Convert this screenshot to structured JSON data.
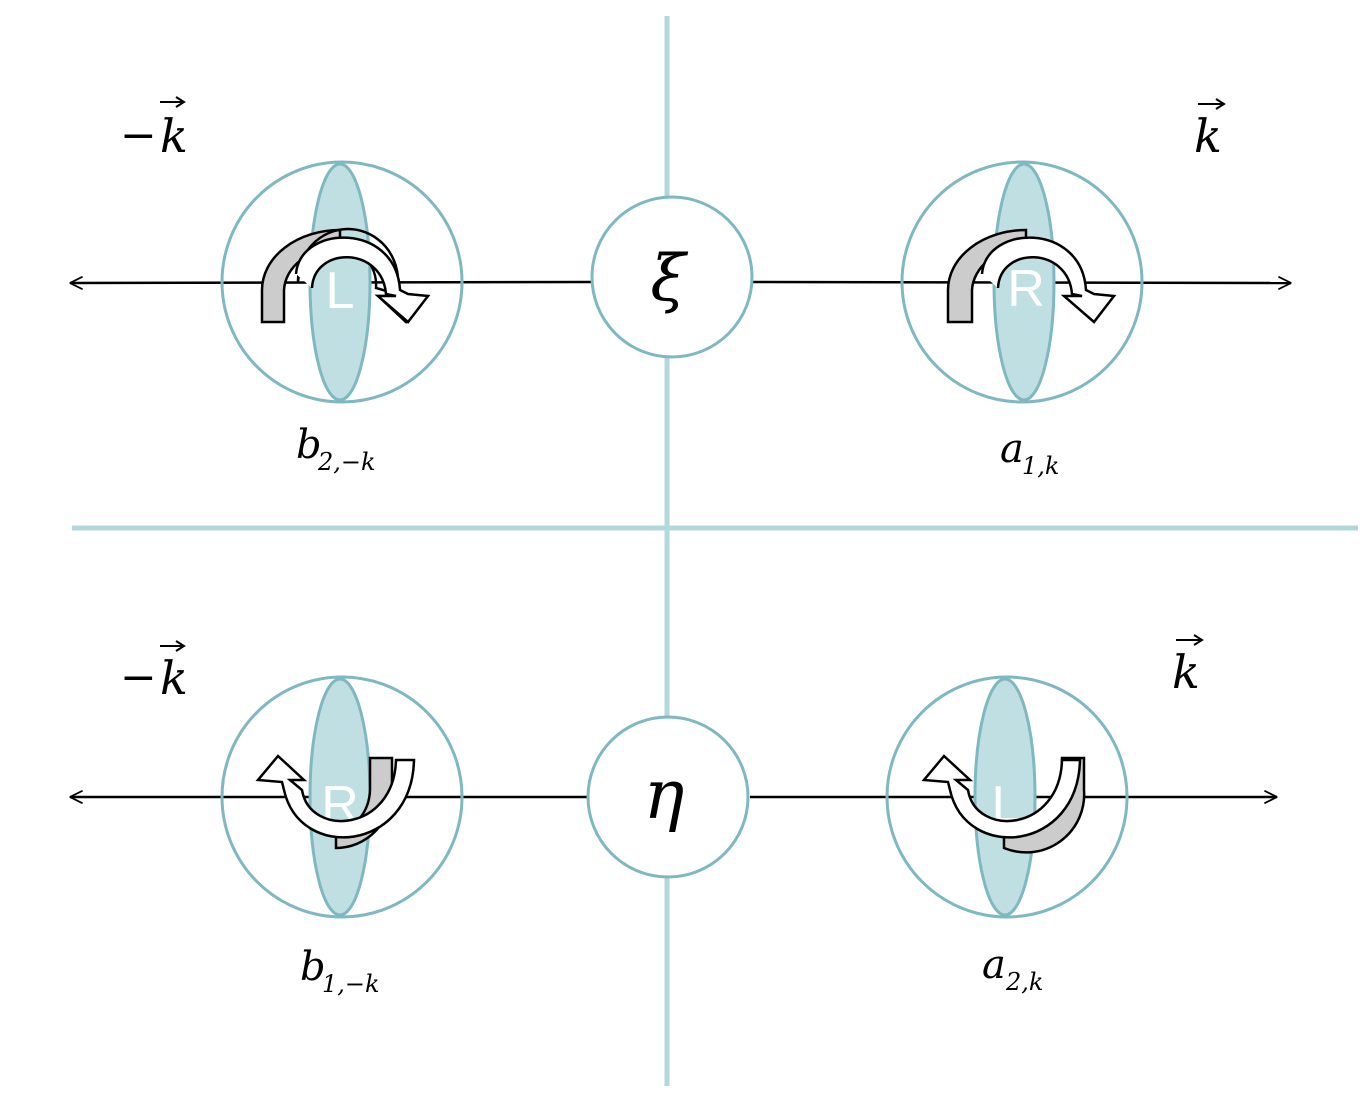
{
  "colors": {
    "divider": "#b2d8dc",
    "circle_stroke": "#7fb8c0",
    "ellipse_fill": "#bfdfe2",
    "arrow_gray": "#cccccc",
    "line": "#000000"
  },
  "top": {
    "center_symbol": "ξ",
    "left_direction": {
      "sign": "−",
      "vector": "k"
    },
    "right_direction": {
      "sign": "",
      "vector": "k"
    },
    "left_particle": {
      "base": "b",
      "subscript": "2,−k",
      "helicity": "L"
    },
    "right_particle": {
      "base": "a",
      "subscript": "1,k",
      "helicity": "R"
    }
  },
  "bottom": {
    "center_symbol": "η",
    "left_direction": {
      "sign": "−",
      "vector": "k"
    },
    "right_direction": {
      "sign": "",
      "vector": "k"
    },
    "left_particle": {
      "base": "b",
      "subscript": "1,−k",
      "helicity": "R"
    },
    "right_particle": {
      "base": "a",
      "subscript": "2,k",
      "helicity": "L"
    }
  }
}
